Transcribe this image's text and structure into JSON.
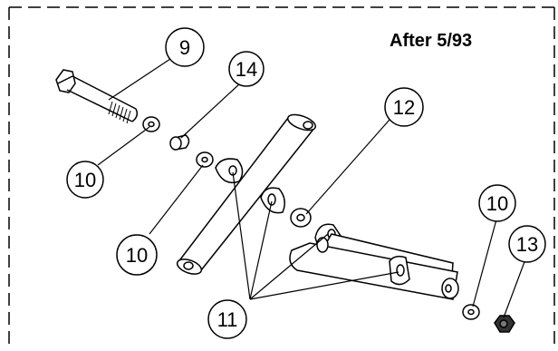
{
  "title": "After 5/93",
  "callouts": {
    "c9": "9",
    "c14": "14",
    "c12": "12",
    "c10a": "10",
    "c10b": "10",
    "c10c": "10",
    "c13": "13",
    "c11": "11"
  },
  "colors": {
    "line": "#000000",
    "border": "#000000",
    "background": "#ffffff"
  }
}
